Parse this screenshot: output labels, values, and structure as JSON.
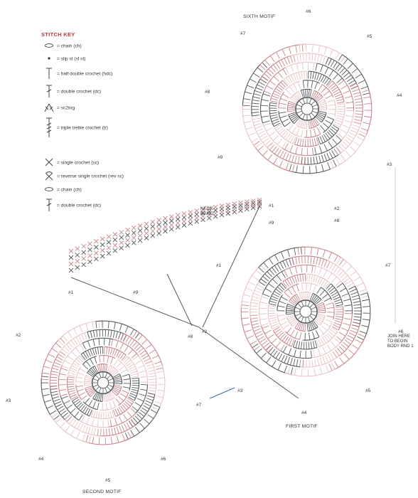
{
  "stitch_key": {
    "title": "STITCH KEY",
    "items": [
      {
        "symbol": "chain-icon",
        "label": "= chain (ch)"
      },
      {
        "symbol": "slip-stitch-icon",
        "label": "= slip st (sl st)"
      },
      {
        "symbol": "half-double-crochet-icon",
        "label": "= half double crochet (hdc)"
      },
      {
        "symbol": "double-crochet-icon",
        "label": "= double crochet (dc)"
      },
      {
        "symbol": "sc2tog-icon",
        "label": "= sc2tog"
      },
      {
        "symbol": "triple-treble-crochet-icon",
        "label": "= triple treble crochet (tr)"
      },
      {
        "symbol": "single-crochet-icon",
        "label": "= single crochet (sc)"
      },
      {
        "symbol": "reverse-single-crochet-icon",
        "label": "= reverse single crochet (rev sc)"
      },
      {
        "symbol": "chain-icon",
        "label": "= chain (ch)"
      },
      {
        "symbol": "double-crochet-icon",
        "label": "= double crochet (dc)"
      }
    ]
  },
  "motifs": {
    "sixth": {
      "title": "SIXTH MOTIF",
      "labels": [
        "#6",
        "#5",
        "#4",
        "#3",
        "#2",
        "#1",
        "#9",
        "#8",
        "#7"
      ]
    },
    "first": {
      "title": "FIRST MOTIF",
      "labels": [
        "#8",
        "#7",
        "#6",
        "#5",
        "#4",
        "#3",
        "#2",
        "#1",
        "#9"
      ]
    },
    "second": {
      "title": "SECOND MOTIF",
      "labels": [
        "#9",
        "#8",
        "#7",
        "#6",
        "#5",
        "#4",
        "#3",
        "#2",
        "#1"
      ]
    }
  },
  "annotations": {
    "neck_band_line1": "NECK",
    "neck_band_line2": "BAND",
    "join_line1": "JOIN HERE",
    "join_line2": "TO BEGIN",
    "join_line3": "BODY RND 1"
  },
  "colors": {
    "grey": "#555a5e",
    "pink": "#c9848a",
    "light_pink": "#e8c4c6",
    "key_title": "#b5373c",
    "join_line": "#3a6fb0"
  }
}
